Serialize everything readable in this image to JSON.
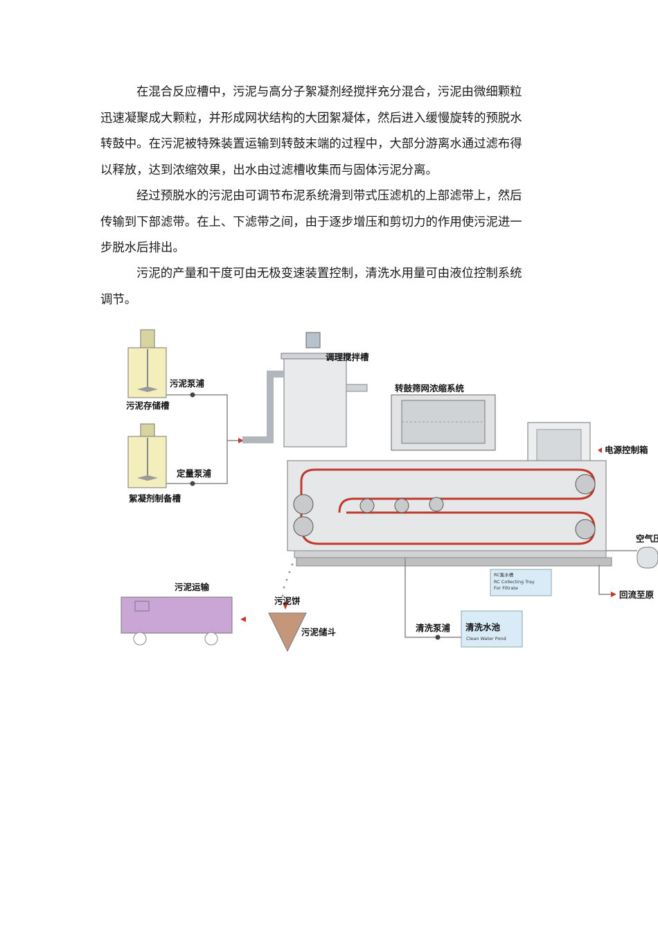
{
  "paragraphs": [
    {
      "lines": [
        "在混合反应槽中，污泥与高分子絮凝剂经搅拌充分混合，污泥由微细颗粒",
        "迅速凝聚成大颗粒，并形成网状结构的大团絮凝体，然后进入缓慢旋转的预脱水",
        "转鼓中。在污泥被特殊装置运输到转鼓末端的过程中，大部分游离水通过滤布得",
        "以释放，达到浓缩效果，出水由过滤槽收集而与固体污泥分离。"
      ]
    },
    {
      "lines": [
        "经过预脱水的污泥由可调节布泥系统滑到带式压滤机的上部滤带上，然后",
        "传输到下部滤带。在上、下滤带之间，由于逐步增压和剪切力的作用使污泥进一",
        "步脱水后排出。"
      ]
    },
    {
      "lines": [
        "污泥的产量和干度可由无极变速装置控制，清洗水用量可由液位控制系统",
        "调节。"
      ]
    }
  ],
  "diagram": {
    "labels": {
      "mixing_tank": "调理搅拌槽",
      "rotary_drum": "转鼓筛网浓缩系统",
      "sludge_pump": "污泥泵浦",
      "sludge_storage": "污泥存储槽",
      "dosing_pump": "定量泵浦",
      "flocculant_tank": "絮凝剂制备槽",
      "control_box": "电源控制箱",
      "air_compressor": "空气压",
      "return_flow": "回流至原",
      "sludge_transport": "污泥运输",
      "sludge_cake": "污泥饼",
      "sludge_hopper": "污泥储斗",
      "wash_pump": "清洗泵浦",
      "clean_pond": "清洗水池",
      "clean_pond_en": "Clean Water Pond",
      "rc_tray": "RC集水槽",
      "rc_tray_en1": "RC Collecting Tray",
      "rc_tray_en2": "For Filtrate"
    },
    "colors": {
      "tank_fill": "#f3eebc",
      "belt": "#c0392b",
      "truck": "#c9a6d6",
      "hopper": "#c4977a",
      "water": "#d8ebf7",
      "frame": "#e4e4e4"
    }
  }
}
